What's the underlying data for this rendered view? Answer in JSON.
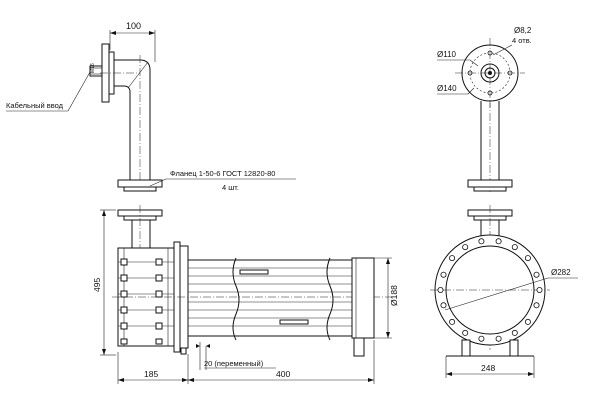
{
  "dimensions": {
    "top_width": "100",
    "height": "495",
    "left_bottom": "185",
    "right_bottom": "400",
    "end_diameter": "Ø188",
    "base_width": "248",
    "flange_outer": "Ø110",
    "flange_bolt_circle": "Ø140",
    "hole_size": "Ø8,2",
    "hole_count": "4 отв.",
    "big_flange_diameter": "Ø282"
  },
  "labels": {
    "cable_entry": "Кабельный ввод",
    "flange_spec": "Фланец 1-50-6 ГОСТ 12820-80",
    "flange_qty": "4 шт.",
    "variable_gap": "20 (переменный)"
  },
  "colors": {
    "line": "#111111",
    "background": "#ffffff"
  }
}
